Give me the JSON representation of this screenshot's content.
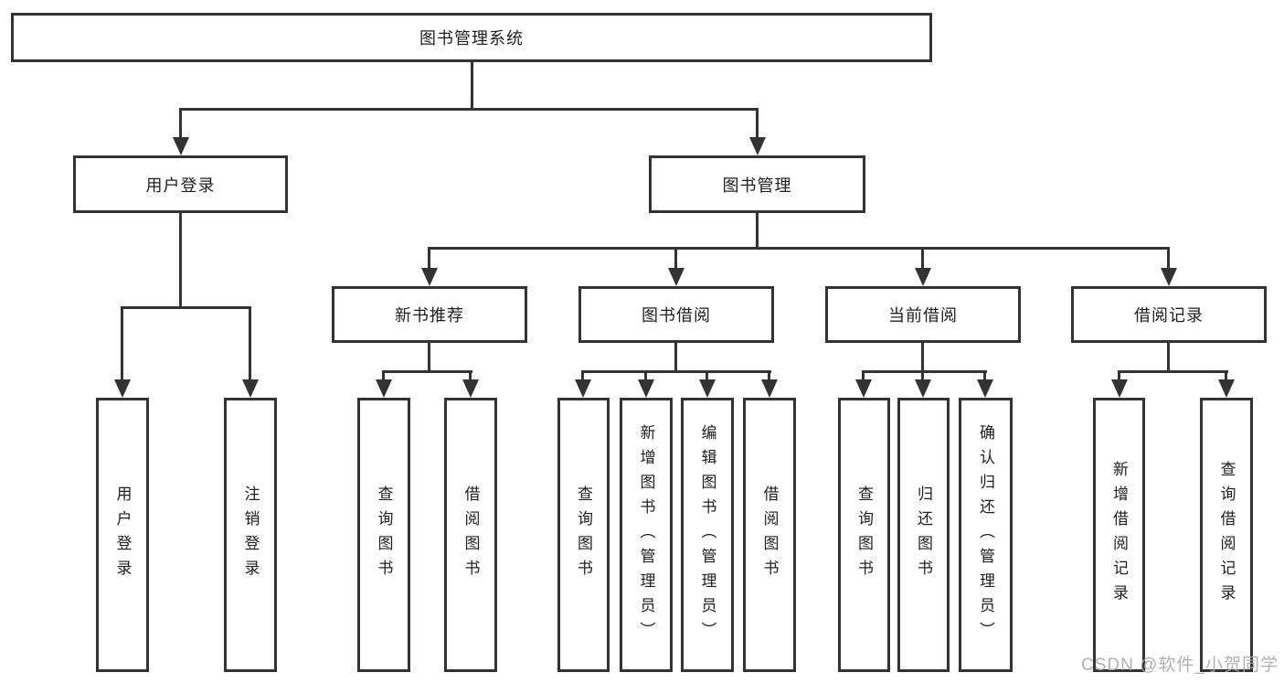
{
  "colors": {
    "line": "#333333",
    "box_border": "#333333",
    "text": "#1f1f1f",
    "background": "#ffffff",
    "watermark": "#a8a8a8"
  },
  "nodes": {
    "root": "图书管理系统",
    "user_login": "用户登录",
    "book_management": "图书管理",
    "new_book_rec": "新书推荐",
    "book_borrow": "图书借阅",
    "current_borrow": "当前借阅",
    "borrow_records": "借阅记录",
    "ul_login": "用户登录",
    "ul_logout": "注销登录",
    "nb_query": "查询图书",
    "nb_borrow": "借阅图书",
    "bb_query": "查询图书",
    "bb_add": "新增图书（管理员）",
    "bb_edit": "编辑图书（管理员）",
    "bb_borrow": "借阅图书",
    "cb_query": "查询图书",
    "cb_return": "归还图书",
    "cb_confirm": "确认归还（管理员）",
    "br_add": "新增借阅记录",
    "br_query": "查询借阅记录"
  },
  "watermark": "CSDN @软件_小贺同学"
}
